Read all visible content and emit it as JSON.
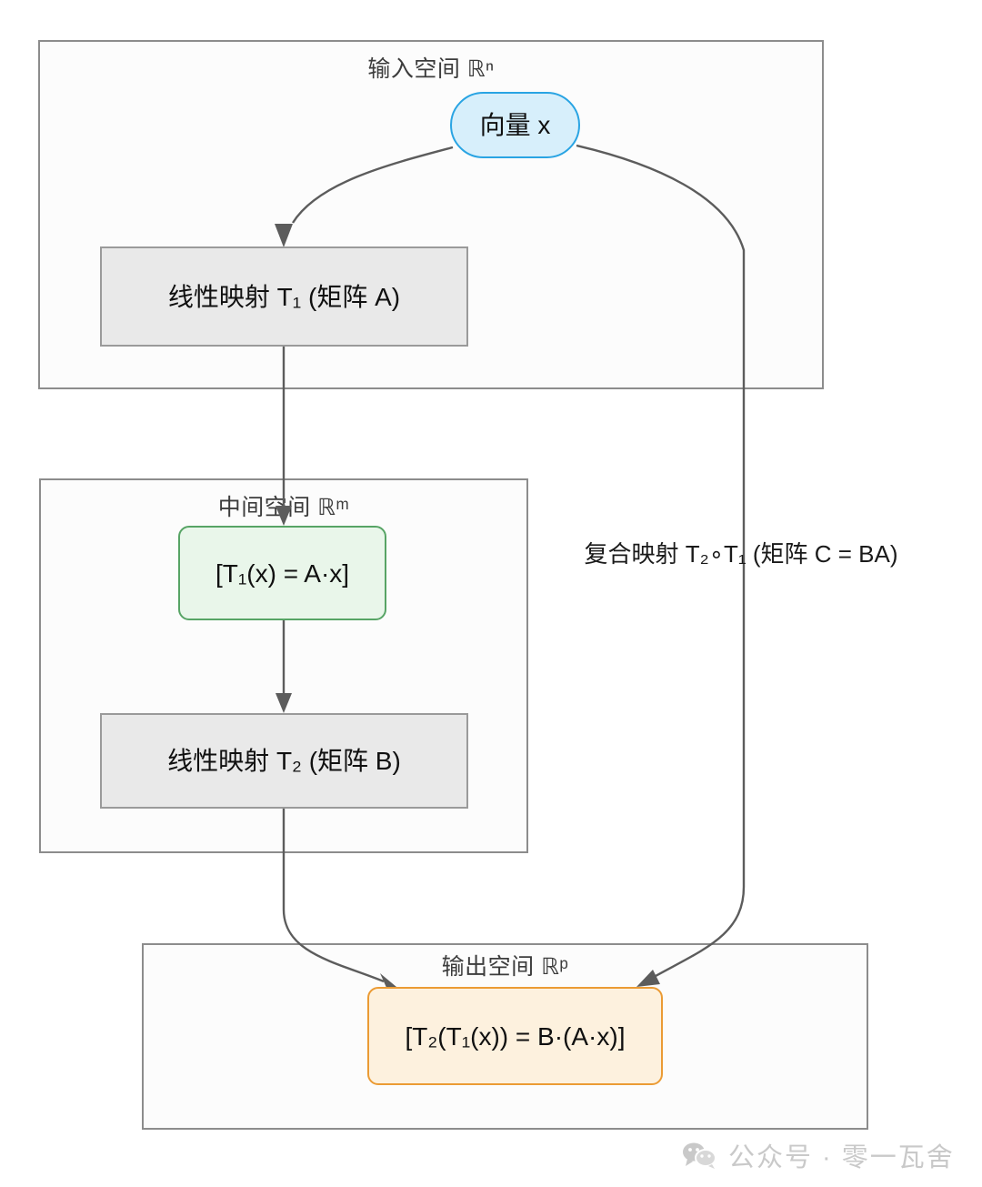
{
  "diagram": {
    "title": "线性映射复合示意图",
    "colors": {
      "container_border": "#8c8c8c",
      "container_fill": "#fcfcfc",
      "oval_fill": "#d7effb",
      "oval_border": "#29a4e3",
      "grey_fill": "#e9e9e9",
      "grey_border": "#9a9a9a",
      "green_fill": "#e9f6ea",
      "green_border": "#57a465",
      "orange_fill": "#fdf1de",
      "orange_border": "#eb9b34",
      "edge_stroke": "#5c5c5c",
      "watermark": "#c9c9c9"
    },
    "spaces": [
      {
        "id": "input",
        "title": "输入空间 ℝⁿ"
      },
      {
        "id": "middle",
        "title": "中间空间 ℝᵐ"
      },
      {
        "id": "output",
        "title": "输出空间 ℝᵖ"
      }
    ],
    "nodes": {
      "vector_x": "向量 x",
      "map_t1": "线性映射 T₁ (矩阵 A)",
      "result_t1": "[T₁(x) = A·x]",
      "map_t2": "线性映射 T₂ (矩阵 B)",
      "result_t2": "[T₂(T₁(x)) = B·(A·x)]"
    },
    "edges": {
      "composite_label": "复合映射 T₂∘T₁ (矩阵 C = BA)"
    },
    "watermark": {
      "icon": "wechat-icon",
      "text": "公众号 · 零一瓦舍"
    }
  }
}
